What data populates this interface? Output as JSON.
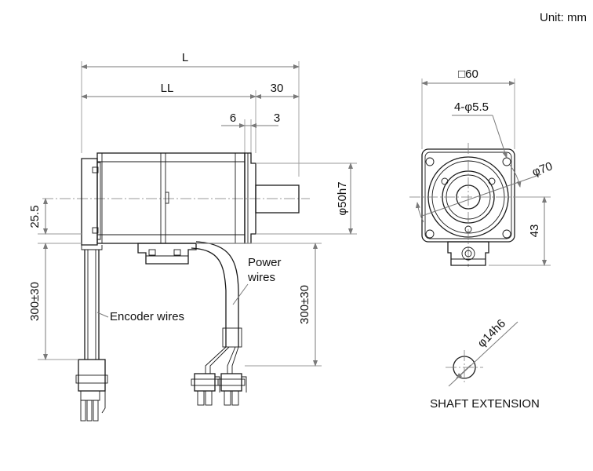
{
  "unit_label": "Unit: mm",
  "side_view": {
    "dim_L": "L",
    "dim_LL": "LL",
    "dim_30": "30",
    "dim_6": "6",
    "dim_3": "3",
    "dim_25_5": "25.5",
    "dim_300_left": "300±30",
    "dim_300_right": "300±30",
    "dim_phi50": "φ50h7",
    "encoder_label": "Encoder wires",
    "power_label_1": "Power",
    "power_label_2": "wires"
  },
  "front_view": {
    "dim_sq60": "□60",
    "dim_holes": "4-φ5.5",
    "dim_phi70": "φ70",
    "dim_43": "43"
  },
  "shaft_extension": {
    "dim_phi14": "φ14h6",
    "title": "SHAFT EXTENSION"
  }
}
